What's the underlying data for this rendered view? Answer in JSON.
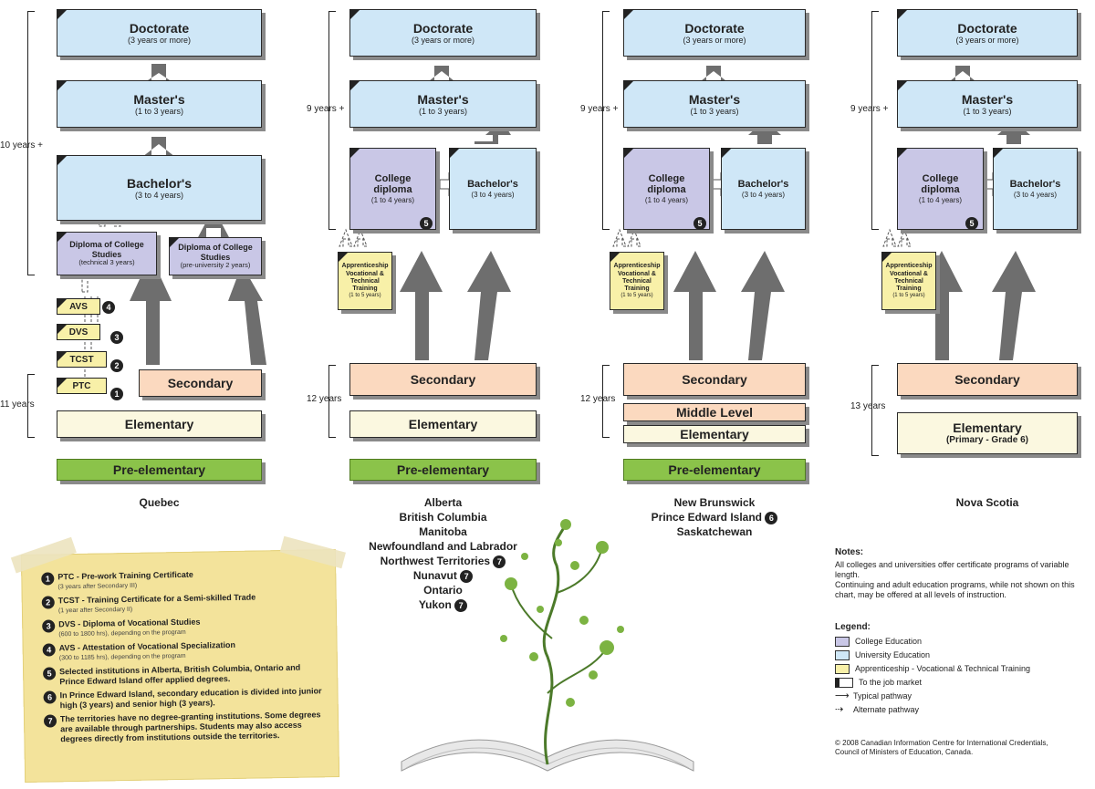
{
  "columns": [
    {
      "years": "10 years +",
      "years_low": "11 years",
      "doctorate": {
        "title": "Doctorate",
        "sub": "(3 years or more)"
      },
      "masters": {
        "title": "Master's",
        "sub": "(1 to 3 years)"
      },
      "bachelors": {
        "title": "Bachelor's",
        "sub": "(3 to 4 years)"
      },
      "dcs_tech": {
        "title": "Diploma of College Studies",
        "sub": "(technical 3 years)"
      },
      "dcs_pre": {
        "title": "Diploma of College Studies",
        "sub": "(pre-university 2 years)"
      },
      "tags": [
        "AVS",
        "DVS",
        "TCST",
        "PTC"
      ],
      "tag_nums": [
        "4",
        "3",
        "2",
        "1"
      ],
      "secondary": "Secondary",
      "elementary": "Elementary",
      "pre": "Pre-elementary",
      "province": "Quebec"
    },
    {
      "years": "9 years +",
      "years_low": "12 years",
      "doctorate": {
        "title": "Doctorate",
        "sub": "(3 years or more)"
      },
      "masters": {
        "title": "Master's",
        "sub": "(1 to 3 years)"
      },
      "college": {
        "title": "College diploma",
        "sub": "(1 to 4 years)"
      },
      "bachelors": {
        "title": "Bachelor's",
        "sub": "(3 to 4 years)"
      },
      "apprentice": {
        "title": "Apprenticeship Vocational & Technical Training",
        "sub": "(1 to 5 years)"
      },
      "college_num": "5",
      "secondary": "Secondary",
      "elementary": "Elementary",
      "pre": "Pre-elementary",
      "provinces": [
        "Alberta",
        "British Columbia",
        "Manitoba",
        "Newfoundland and Labrador",
        "Northwest Territories",
        "Nunavut",
        "Ontario",
        "Yukon"
      ],
      "province_nums": [
        "",
        "",
        "",
        "",
        "7",
        "7",
        "",
        "7"
      ]
    },
    {
      "years": "9 years +",
      "years_low": "12 years",
      "doctorate": {
        "title": "Doctorate",
        "sub": "(3 years or more)"
      },
      "masters": {
        "title": "Master's",
        "sub": "(1 to 3 years)"
      },
      "college": {
        "title": "College diploma",
        "sub": "(1 to 4 years)"
      },
      "bachelors": {
        "title": "Bachelor's",
        "sub": "(3 to 4 years)"
      },
      "apprentice": {
        "title": "Apprenticeship Vocational & Technical Training",
        "sub": "(1 to 5 years)"
      },
      "college_num": "5",
      "secondary": "Secondary",
      "middle": "Middle Level",
      "elementary": "Elementary",
      "pre": "Pre-elementary",
      "provinces": [
        "New Brunswick",
        "Prince Edward Island",
        "Saskatchewan"
      ],
      "province_nums": [
        "",
        "6",
        ""
      ]
    },
    {
      "years": "9 years +",
      "years_low": "13 years",
      "doctorate": {
        "title": "Doctorate",
        "sub": "(3 years or more)"
      },
      "masters": {
        "title": "Master's",
        "sub": "(1 to 3 years)"
      },
      "college": {
        "title": "College diploma",
        "sub": "(1 to 4 years)"
      },
      "bachelors": {
        "title": "Bachelor's",
        "sub": "(3 to 4 years)"
      },
      "apprentice": {
        "title": "Apprenticeship Vocational & Technical Training",
        "sub": "(1 to 5 years)"
      },
      "college_num": "5",
      "secondary": "Secondary",
      "elementary": "Elementary",
      "elementary_sub": "(Primary - Grade 6)",
      "province": "Nova Scotia"
    }
  ],
  "footnotes": [
    {
      "num": "1",
      "text": "PTC - Pre-work Training Certificate",
      "sub": "(3 years after Secondary III)"
    },
    {
      "num": "2",
      "text": "TCST - Training Certificate for a Semi-skilled Trade",
      "sub": "(1 year after Secondary II)"
    },
    {
      "num": "3",
      "text": "DVS - Diploma of Vocational Studies",
      "sub": "(600 to 1800 hrs), depending on the program"
    },
    {
      "num": "4",
      "text": "AVS - Attestation of Vocational Specialization",
      "sub": "(300 to 1185 hrs), depending on the program"
    },
    {
      "num": "5",
      "text": "Selected institutions in Alberta, British Columbia, Ontario and Prince Edward Island offer applied degrees.",
      "sub": ""
    },
    {
      "num": "6",
      "text": "In Prince Edward Island, secondary education is divided into junior high (3 years) and senior high (3 years).",
      "sub": ""
    },
    {
      "num": "7",
      "text": "The territories have no degree-granting institutions. Some degrees are available through partnerships. Students may also access degrees directly from institutions outside the territories.",
      "sub": ""
    }
  ],
  "notes": {
    "title": "Notes:",
    "line1": "All colleges and universities offer certificate programs of variable length.",
    "line2": "Continuing and adult education programs, while not shown on this chart, may be offered at all levels of instruction."
  },
  "legend": {
    "title": "Legend:",
    "items": [
      {
        "label": "College Education",
        "color": "#c9c7e6"
      },
      {
        "label": "University Education",
        "color": "#cfe7f7"
      },
      {
        "label": "Apprenticeship - Vocational & Technical Training",
        "color": "#f8f0a8"
      },
      {
        "label": "To the job market",
        "color": "#ffffff"
      },
      {
        "label": "Typical pathway",
        "color": ""
      },
      {
        "label": "Alternate pathway",
        "color": ""
      }
    ]
  },
  "copyright": {
    "line1": "© 2008 Canadian Information Centre for International Credentials,",
    "line2": "Council of Ministers of Education, Canada."
  }
}
